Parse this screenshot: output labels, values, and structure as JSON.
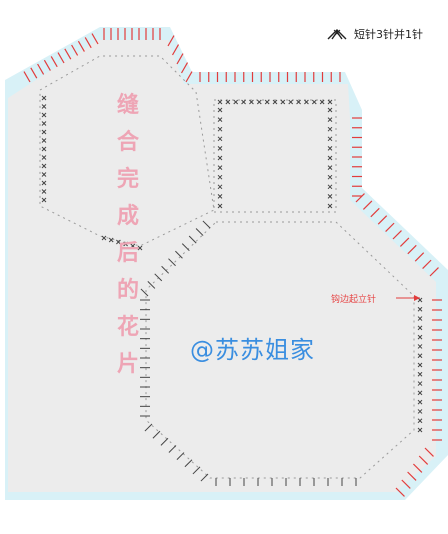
{
  "legend": {
    "label": "短针3针并1针",
    "icon": "short-stitch-3-together-icon"
  },
  "title_vertical": [
    "缝",
    "合",
    "完",
    "成",
    "后",
    "的",
    "花",
    "片"
  ],
  "watermark": "@苏苏姐家",
  "note": "钩边起立针",
  "colors": {
    "band": "#d8f1f7",
    "fill": "#ececec",
    "stitch_red": "#e23c3c",
    "stitch_dark": "#444444",
    "title_pink": "#eea5b5",
    "watermark_blue": "#3a8ee0"
  }
}
